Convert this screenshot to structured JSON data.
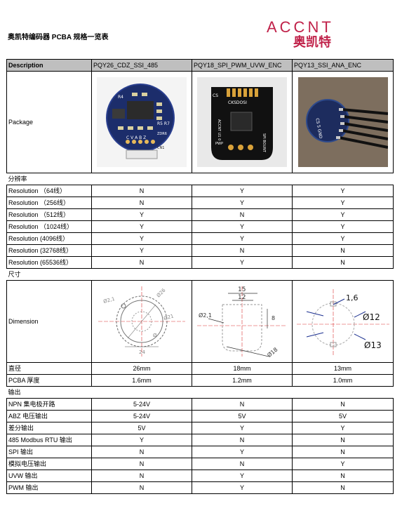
{
  "doc_title": "奥凯特编码器 PCBA 规格一览表",
  "logo": {
    "brand": "ACCNT",
    "brand_cn": "奥凯特"
  },
  "header": {
    "description": "Description",
    "col1": "PQY26_CDZ_SSI_485",
    "col2": "PQY18_SPI_PWM_UVW_ENC",
    "col3": "PQY13_SSI_ANA_ENC"
  },
  "package": {
    "label": "Package",
    "board1": {
      "pads": "C V A B Z",
      "ref1": "R4",
      "ref2": "R5 R7",
      "ref3": "ZDR6",
      "ref4": "CN1"
    },
    "board2": {
      "top": "CS",
      "label1": "CKSDOSI",
      "label2": "ACCNT U1 0",
      "label3": "PWP",
      "label4": "SPI BOUNT"
    },
    "board3": {
      "label": "CS 5 GND"
    }
  },
  "resolution_section": "分辨率",
  "resolution_rows": [
    {
      "label": "Resolution （64线）",
      "v": [
        "N",
        "Y",
        "Y"
      ]
    },
    {
      "label": "Resolution （256线）",
      "v": [
        "N",
        "Y",
        "Y"
      ]
    },
    {
      "label": "Resolution （512线）",
      "v": [
        "Y",
        "N",
        "Y"
      ]
    },
    {
      "label": "Resolution （1024线）",
      "v": [
        "Y",
        "Y",
        "Y"
      ]
    },
    {
      "label": "Resolution (4096线）",
      "v": [
        "Y",
        "Y",
        "Y"
      ]
    },
    {
      "label": "Resolution (32768线）",
      "v": [
        "Y",
        "N",
        "N"
      ]
    },
    {
      "label": "Resolution (65536线）",
      "v": [
        "N",
        "Y",
        "N"
      ]
    }
  ],
  "size_section": "尺寸",
  "dimension": {
    "label": "Dimension",
    "d1": {
      "a": "Ø2,1",
      "b": "Ø26",
      "c": "Ø21",
      "d": "24",
      "e": "Ø"
    },
    "d2": {
      "a": "15",
      "b": "12",
      "c": "Ø2,1",
      "d": "8",
      "e": "Ø18"
    },
    "d3": {
      "a": "1,6",
      "b": "Ø12",
      "c": "Ø13"
    }
  },
  "size_rows": [
    {
      "label": "直径",
      "v": [
        "26mm",
        "18mm",
        "13mm"
      ]
    },
    {
      "label": "PCBA 厚度",
      "v": [
        "1.6mm",
        "1.2mm",
        "1.0mm"
      ]
    }
  ],
  "output_section": "输出",
  "output_rows": [
    {
      "label": "NPN 集电极开路",
      "v": [
        "5-24V",
        "N",
        "N"
      ]
    },
    {
      "label": "ABZ 电压输出",
      "v": [
        "5-24V",
        "5V",
        "5V"
      ]
    },
    {
      "label": "差分输出",
      "v": [
        "5V",
        "Y",
        "Y"
      ]
    },
    {
      "label": "485 Modbus RTU 输出",
      "v": [
        "Y",
        "N",
        "N"
      ]
    },
    {
      "label": "SPI 输出",
      "v": [
        "N",
        "Y",
        "N"
      ]
    },
    {
      "label": "模拟电压输出",
      "v": [
        "N",
        "N",
        "Y"
      ]
    },
    {
      "label": "UVW 输出",
      "v": [
        "N",
        "Y",
        "N"
      ]
    },
    {
      "label": "PWM 输出",
      "v": [
        "N",
        "Y",
        "N"
      ]
    }
  ]
}
